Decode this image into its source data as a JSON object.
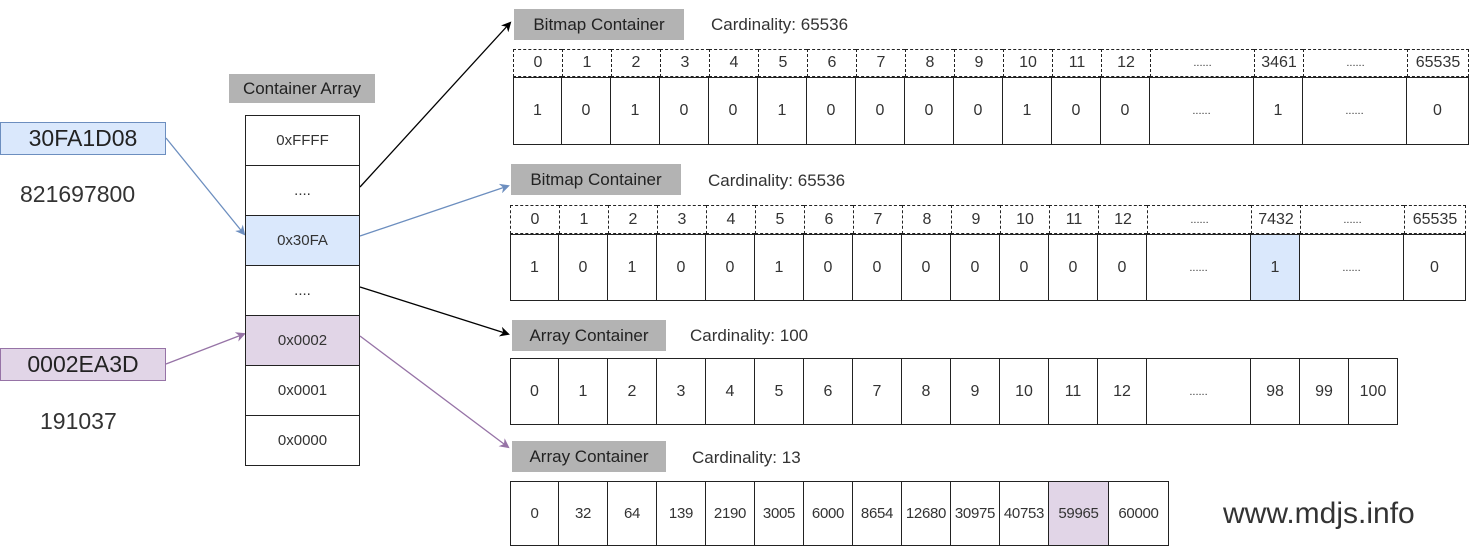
{
  "keys": [
    {
      "hex": "30FA1D08",
      "decimal": "821697800"
    },
    {
      "hex": "0002EA3D",
      "decimal": "191037"
    }
  ],
  "container_array": {
    "title": "Container Array",
    "slots": [
      "0xFFFF",
      "....",
      "0x30FA",
      "....",
      "0x0002",
      "0x0001",
      "0x0000"
    ]
  },
  "containers": [
    {
      "title": "Bitmap Container",
      "cardinality": "Cardinality: 65536",
      "index_row": [
        "0",
        "1",
        "2",
        "3",
        "4",
        "5",
        "6",
        "7",
        "8",
        "9",
        "10",
        "11",
        "12",
        "......",
        "3461",
        "......",
        "65535"
      ],
      "value_row": [
        "1",
        "0",
        "1",
        "0",
        "0",
        "1",
        "0",
        "0",
        "0",
        "0",
        "1",
        "0",
        "0",
        "......",
        "1",
        "......",
        "0"
      ]
    },
    {
      "title": "Bitmap Container",
      "cardinality": "Cardinality: 65536",
      "index_row": [
        "0",
        "1",
        "2",
        "3",
        "4",
        "5",
        "6",
        "7",
        "8",
        "9",
        "10",
        "11",
        "12",
        "......",
        "7432",
        "......",
        "65535"
      ],
      "value_row": [
        "1",
        "0",
        "1",
        "0",
        "0",
        "1",
        "0",
        "0",
        "0",
        "0",
        "0",
        "0",
        "0",
        "......",
        "1",
        "......",
        "0"
      ]
    },
    {
      "title": "Array Container",
      "cardinality": "Cardinality: 100",
      "values": [
        "0",
        "1",
        "2",
        "3",
        "4",
        "5",
        "6",
        "7",
        "8",
        "9",
        "10",
        "11",
        "12",
        "......",
        "98",
        "99",
        "100"
      ]
    },
    {
      "title": "Array Container",
      "cardinality": "Cardinality: 13",
      "values": [
        "0",
        "32",
        "64",
        "139",
        "2190",
        "3005",
        "6000",
        "8654",
        "12680",
        "30975",
        "40753",
        "59965",
        "60000"
      ]
    }
  ],
  "watermark": "www.mdjs.info",
  "colors": {
    "blue_fill": "#dae8fc",
    "blue_stroke": "#6c8ebf",
    "purple_fill": "#e1d5e7",
    "purple_stroke": "#9673a6",
    "title_grey": "#b3b3b3"
  }
}
